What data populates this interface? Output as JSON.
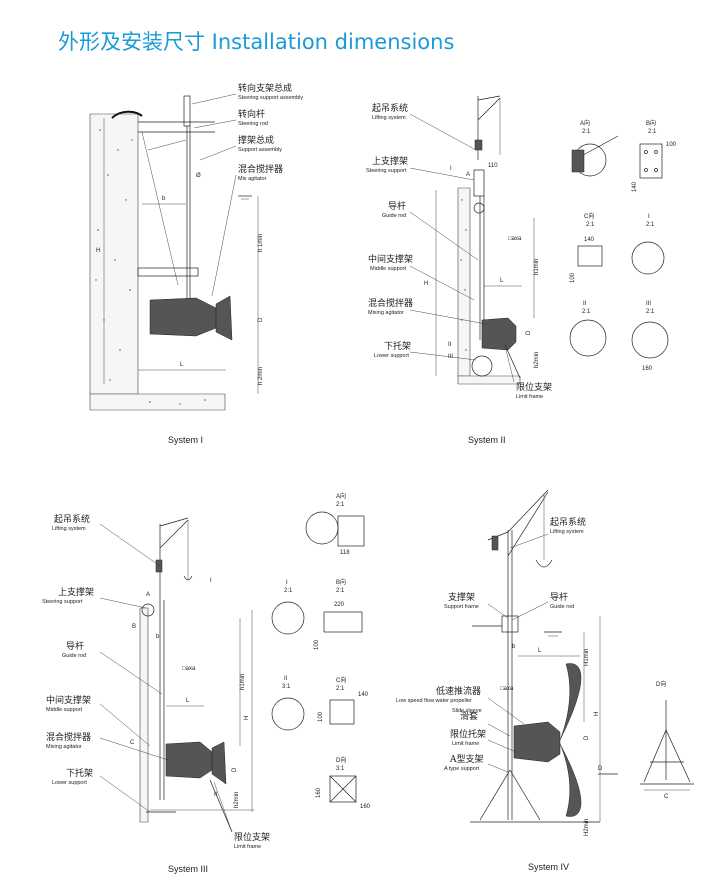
{
  "title": "外形及安装尺寸 Installation dimensions",
  "system1": {
    "caption": "System I",
    "labels": [
      {
        "cn": "转向支架总成",
        "en": "Steering support assembly"
      },
      {
        "cn": "转向杆",
        "en": "Steering rod"
      },
      {
        "cn": "撑架总成",
        "en": "Support assembly"
      },
      {
        "cn": "混合搅拌器",
        "en": "Mix agitator"
      }
    ],
    "dims": {
      "H": "H",
      "b": "b",
      "phi": "Ø",
      "h1": "h 1min",
      "D": "D",
      "L": "L",
      "h2": "h 2min"
    }
  },
  "system2": {
    "caption": "System II",
    "labels": [
      {
        "cn": "起吊系统",
        "en": "Lifting system"
      },
      {
        "cn": "上支撑架",
        "en": "Steering support"
      },
      {
        "cn": "导杆",
        "en": "Guide rod"
      },
      {
        "cn": "中间支撑架",
        "en": "Middle support"
      },
      {
        "cn": "混合搅拌器",
        "en": "Mixing agitator"
      },
      {
        "cn": "下托架",
        "en": "Lower support"
      },
      {
        "cn": "限位支架",
        "en": "Limit frame"
      }
    ],
    "dims": {
      "H": "H",
      "L": "L",
      "h1": "h1min",
      "h2": "h2min",
      "D": "D",
      "axa": "□axa",
      "d110": "110",
      "I": "I",
      "II": "II",
      "III": "III",
      "A": "A"
    },
    "details": {
      "A": {
        "title": "A向",
        "scale": "2:1"
      },
      "B": {
        "title": "B向",
        "scale": "2:1",
        "w": "100",
        "h": "140"
      },
      "C": {
        "title": "C向",
        "scale": "2:1",
        "w": "140",
        "h": "100"
      },
      "I": {
        "title": "I",
        "scale": "2:1"
      },
      "II": {
        "title": "II",
        "scale": "2:1"
      },
      "III": {
        "title": "III",
        "scale": "2:1",
        "w": "160"
      }
    }
  },
  "system3": {
    "caption": "System III",
    "labels": [
      {
        "cn": "起吊系统",
        "en": "Lifting system"
      },
      {
        "cn": "上支撑架",
        "en": "Steering support"
      },
      {
        "cn": "导杆",
        "en": "Guide rod"
      },
      {
        "cn": "中间支撑架",
        "en": "Middle support"
      },
      {
        "cn": "混合搅拌器",
        "en": "Mixing agitator"
      },
      {
        "cn": "下托架",
        "en": "Lower support"
      },
      {
        "cn": "限位支架",
        "en": "Limit frame"
      }
    ],
    "dims": {
      "H": "H",
      "L": "L",
      "h1": "h1min",
      "h2": "h2min",
      "D": "D",
      "axa": "□axa",
      "A": "A",
      "B": "B",
      "C": "C",
      "I": "I",
      "II": "II",
      "b": "b"
    },
    "details": {
      "A": {
        "title": "A向",
        "scale": "2:1",
        "w": "118"
      },
      "I": {
        "title": "I",
        "scale": "2:1"
      },
      "B": {
        "title": "B向",
        "scale": "2:1",
        "w": "220",
        "h": "100"
      },
      "II": {
        "title": "II",
        "scale": "3:1"
      },
      "C": {
        "title": "C向",
        "scale": "2:1",
        "w": "140",
        "h": "100"
      },
      "D": {
        "title": "D向",
        "scale": "3:1",
        "w": "160",
        "h": "160"
      }
    }
  },
  "system4": {
    "caption": "System IV",
    "labels": [
      {
        "cn": "起吊系统",
        "en": "Lifting system"
      },
      {
        "cn": "支撑架",
        "en": "Support frame"
      },
      {
        "cn": "导杆",
        "en": "Guide rod"
      },
      {
        "cn": "低速推流器",
        "en": "Low speed flow water propeller"
      },
      {
        "cn": "滑套",
        "en": "Slide sleeve"
      },
      {
        "cn": "限位托架",
        "en": "Limit frame"
      },
      {
        "cn": "A型支架",
        "en": "A type support"
      }
    ],
    "dims": {
      "H": "H",
      "L": "L",
      "H1": "H1min",
      "H2": "H2min",
      "D": "D",
      "axa": "□axa",
      "b": "b",
      "C": "C"
    },
    "details": {
      "D": {
        "title": "D向"
      }
    }
  }
}
